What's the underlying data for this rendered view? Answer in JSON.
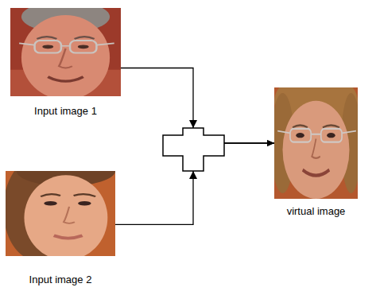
{
  "diagram": {
    "nodes": [
      {
        "text": [
          "Input image 1"
        ]
      },
      {
        "text": [
          "Input image 2"
        ]
      },
      {
        "text": [
          "virtual image"
        ]
      }
    ],
    "edges": [
      {
        "from": 0,
        "to": 2,
        "arrow": "to"
      },
      {
        "from": 1,
        "to": 2,
        "arrow": "to"
      }
    ]
  }
}
